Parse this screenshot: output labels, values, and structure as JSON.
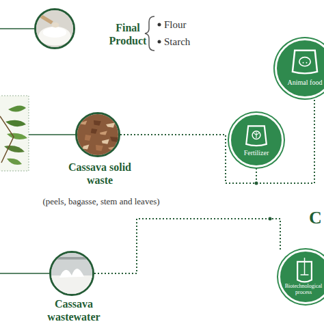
{
  "diagram": {
    "nodes": [
      {
        "text": [
          "Final Product"
        ]
      },
      {
        "text": [
          "Cassava solid waste",
          "(peels, bagasse, stem and leaves)"
        ]
      },
      {
        "text": [
          "Cassava wastewater"
        ]
      },
      {
        "text": [
          "Fertilizer"
        ]
      },
      {
        "text": [
          "Animal food"
        ]
      },
      {
        "text": [
          "Biotechnological process"
        ]
      }
    ],
    "edges": [
      {
        "from": 1,
        "to": 3,
        "arrow": "none"
      },
      {
        "from": 1,
        "to": 4,
        "arrow": "none"
      },
      {
        "from": 2,
        "to": 5,
        "arrow": "none"
      }
    ],
    "labels": [
      "Flour",
      "Starch",
      "C"
    ]
  }
}
